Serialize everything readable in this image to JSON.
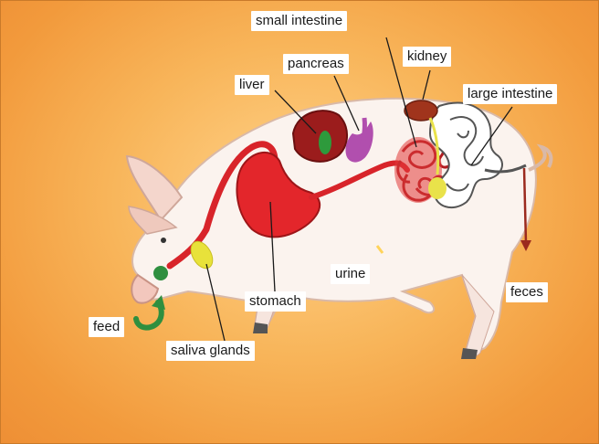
{
  "labels": {
    "small_intestine": "small intestine",
    "pancreas": "pancreas",
    "kidney": "kidney",
    "liver": "liver",
    "large_intestine": "large intestine",
    "stomach": "stomach",
    "urine": "urine",
    "feces": "feces",
    "feed": "feed",
    "saliva_glands": "saliva glands"
  },
  "colors": {
    "background": "#f5a94e",
    "pig_body": "#fbf3ee",
    "digestive_tract": "#d8242a",
    "liver": "#9b1c1c",
    "gallbladder": "#2e9a3c",
    "pancreas": "#b14fae",
    "kidney": "#a0341c",
    "bladder": "#e9e24a",
    "saliva_gland": "#e8e23a",
    "large_intestine": "#ffffff",
    "feed_arrow": "#2f8f3f",
    "feces_arrow": "#9b2a1e"
  }
}
